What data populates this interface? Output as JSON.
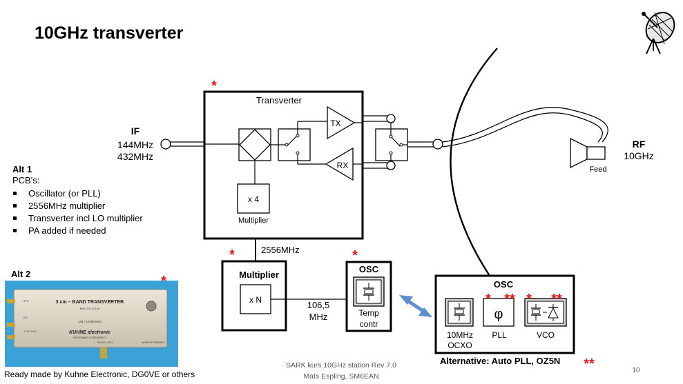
{
  "title": "10GHz transverter",
  "if_block": {
    "label": "IF",
    "freq1": "144MHz",
    "freq2": "432MHz"
  },
  "rf_block": {
    "label": "RF",
    "freq": "10GHz"
  },
  "transverter": {
    "label": "Transverter",
    "tx": "TX",
    "rx": "RX",
    "multiplier_value": "x 4",
    "multiplier_label": "Multiplier"
  },
  "feed_label": "Feed",
  "lo_link_freq": "2556MHz",
  "ext_multiplier": {
    "label": "Multiplier",
    "value": "x N"
  },
  "link_freq": {
    "line1": "106,5",
    "line2": "MHz"
  },
  "osc": {
    "label": "OSC",
    "sub1": "Temp",
    "sub2": "contr"
  },
  "alt_osc": {
    "label": "OSC",
    "ocxo_line1": "10MHz",
    "ocxo_line2": "OCXO",
    "pll_symbol": "φ",
    "pll_label": "PLL",
    "vco_label": "VCO",
    "caption": "Alternative: Auto PLL, OZ5N",
    "caption_mark": "**"
  },
  "alt1": {
    "heading": "Alt 1",
    "sub": "PCB's:",
    "items": [
      "Oscillator (or PLL)",
      "2556MHz multiplier",
      "Transverter incl LO multiplier",
      "PA added if needed"
    ]
  },
  "alt2": {
    "heading": "Alt 2",
    "caption": "Ready made by Kuhne Electronic, DG0VE or others",
    "photo": {
      "band": "3 cm – BAND TRANSVERTER",
      "model": "MKU 10 G3 146",
      "freq": "146 / 10368 MHz",
      "brand": "KUHNE electronic",
      "brand_sub": "MICROWAVE COMPONENTS",
      "if_label": "IF/S",
      "rx_label": "RX",
      "v_label": "+13V OUT",
      "serial": "SN 0001 0054",
      "origin": "MADE IN GERMANY"
    }
  },
  "marks": {
    "single": "*",
    "double": "**"
  },
  "footer": {
    "line1": "SARK kurs 10GHz station Rev 7.0",
    "line2": "Mats Espling, SM6EAN",
    "page": "10"
  },
  "colors": {
    "mark": "#e8141a",
    "arrow": "#5b8fcf",
    "photo_bg": "#3aa2d6",
    "device": "#d9d2c4"
  }
}
